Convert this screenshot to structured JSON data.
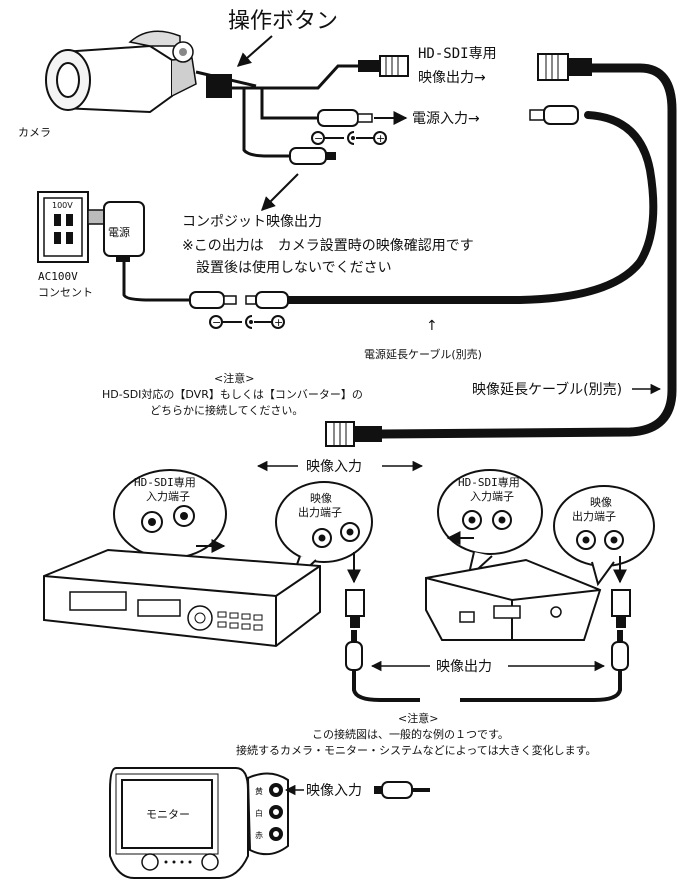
{
  "title": {
    "operation_button": "操作ボタン"
  },
  "camera": {
    "label": "カメラ"
  },
  "outputs": {
    "hd_sdi_line1": "HD-SDI専用",
    "hd_sdi_line2": "映像出力→",
    "power_input": "電源入力→",
    "composite_line1": "コンポジット映像出力",
    "composite_line2": "※この出力は　カメラ設置時の映像確認用です",
    "composite_line3": "設置後は使用しないでください"
  },
  "outlet": {
    "voltage_mark": "100V",
    "power_box_label": "電源",
    "label_line1": "AC100V",
    "label_line2": "コンセント"
  },
  "polarity": {
    "minus": "−",
    "plus": "+"
  },
  "cables": {
    "power_extension_arrow": "↑",
    "power_extension": "電源延長ケーブル(別売)",
    "video_extension": "映像延長ケーブル(別売)"
  },
  "note1": {
    "heading": "<注意>",
    "line1": "HD-SDI対応の【DVR】もしくは【コンバーター】の",
    "line2": "どちらかに接続してください。"
  },
  "devices": {
    "video_input": "映像入力",
    "hd_sdi_terminal_line1": "HD-SDI専用",
    "hd_sdi_terminal_line2": "入力端子",
    "video_out_terminal_line1": "映像",
    "video_out_terminal_line2": "出力端子",
    "video_output": "映像出力"
  },
  "note2": {
    "heading": "<注意>",
    "line1": "この接続図は、一般的な例の１つです。",
    "line2": "接続するカメラ・モニター・システムなどによっては大きく変化します。"
  },
  "monitor": {
    "screen_label": "モニター",
    "jack_yellow": "黄",
    "jack_white": "白",
    "jack_red": "赤",
    "video_input": "映像入力"
  },
  "colors": {
    "line": "#111111",
    "fill_dark": "#1a1a1a",
    "fill_gray": "#9a9a9a",
    "background": "#ffffff"
  }
}
